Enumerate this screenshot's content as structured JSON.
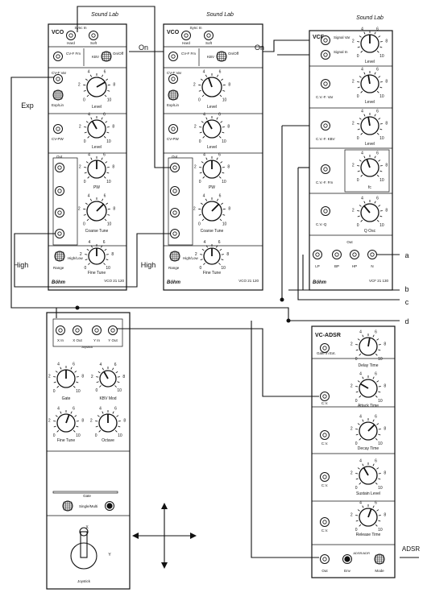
{
  "vco1": {
    "brand": "Sound Lab",
    "title": "VCO",
    "sync_label": "Sync In",
    "sync_hard": "Hard",
    "sync_soft": "Soft",
    "cvfm_label": "CV-F Fm",
    "kbv_label": "KBV",
    "onoff_label": "On/Off",
    "cvf_var_label": "CV-F Var",
    "exp_lin_label": "Exp/Lin",
    "level_label": "Level",
    "cvpw_label": "CV-PW",
    "level2_label": "Level",
    "out_label": "Out",
    "pw_label": "PW",
    "coarse_label": "Coarse Tune",
    "range_label": "Range",
    "highlow_label": "High/Low",
    "fine_label": "Fine Tune",
    "maker": "Böhm",
    "model": "VCO 21 120"
  },
  "vco2": {
    "brand": "Sound Lab",
    "title": "VCO",
    "sync_label": "Sync In",
    "sync_hard": "Hard",
    "sync_soft": "Soft",
    "cvfm_label": "CV-F Fm",
    "kbv_label": "KBV",
    "onoff_label": "On/Off",
    "cvf_var_label": "CV-F Var",
    "exp_lin_label": "Exp/Lin",
    "level_label": "Level",
    "cvpw_label": "CV-PW",
    "level2_label": "Level",
    "out_label": "Out",
    "pw_label": "PW",
    "coarse_label": "Coarse Tune",
    "range_label": "Range",
    "highlow_label": "High/Low",
    "fine_label": "Fine Tune",
    "maker": "Böhm",
    "model": "VCO 21 120"
  },
  "vcf": {
    "brand": "Sound Lab",
    "title": "VCF",
    "signal_var": "Signal Var",
    "signal_in": "Signal In",
    "level": "Level",
    "cvf_var": "C.V.-F. Var",
    "level2": "Level",
    "cvf_kbv": "C.V.-F. KBV",
    "level3": "Level",
    "cvf_fm": "C.V.-F. Fm",
    "fc": "fc",
    "cvq": "C.V.-Q",
    "q_osc": "Q Osc",
    "out": "Out",
    "lp": "LP",
    "bp": "BP",
    "hp": "HP",
    "n": "N",
    "maker": "Böhm",
    "model": "VCF 21 130"
  },
  "joystick": {
    "xin": "X In",
    "xout": "X Out",
    "yin": "Y In",
    "yout": "Y Out",
    "section": "Joystick",
    "gate": "Gate",
    "kbv_mod": "KBV Mod",
    "fine_tune": "Fine Tune",
    "octave": "Octave",
    "gate_header": "Gate",
    "single_multi": "Single/Multi",
    "x": "X",
    "y": "Y",
    "footer": "Joystick"
  },
  "adsr": {
    "title": "VC-ADSR",
    "gate_in": "Gate In Ext.",
    "delay": "Delay Time",
    "cv": "C.V.",
    "attack": "Attack Time",
    "decay": "Decay Time",
    "sustain": "Sustain Level",
    "release": "Release Time",
    "out": "Out",
    "env": "Env",
    "adsr_adr": "ADSR/ADR",
    "mode": "Mode"
  },
  "annotations": {
    "exp": "Exp",
    "on1": "On",
    "on2": "On",
    "high1": "High",
    "high2": "High",
    "a": "a",
    "b": "b",
    "c": "c",
    "d": "d",
    "adsr": "ADSR"
  },
  "scale": [
    "0",
    "1",
    "2",
    "3",
    "4",
    "5",
    "6",
    "7",
    "8",
    "9",
    "10"
  ]
}
